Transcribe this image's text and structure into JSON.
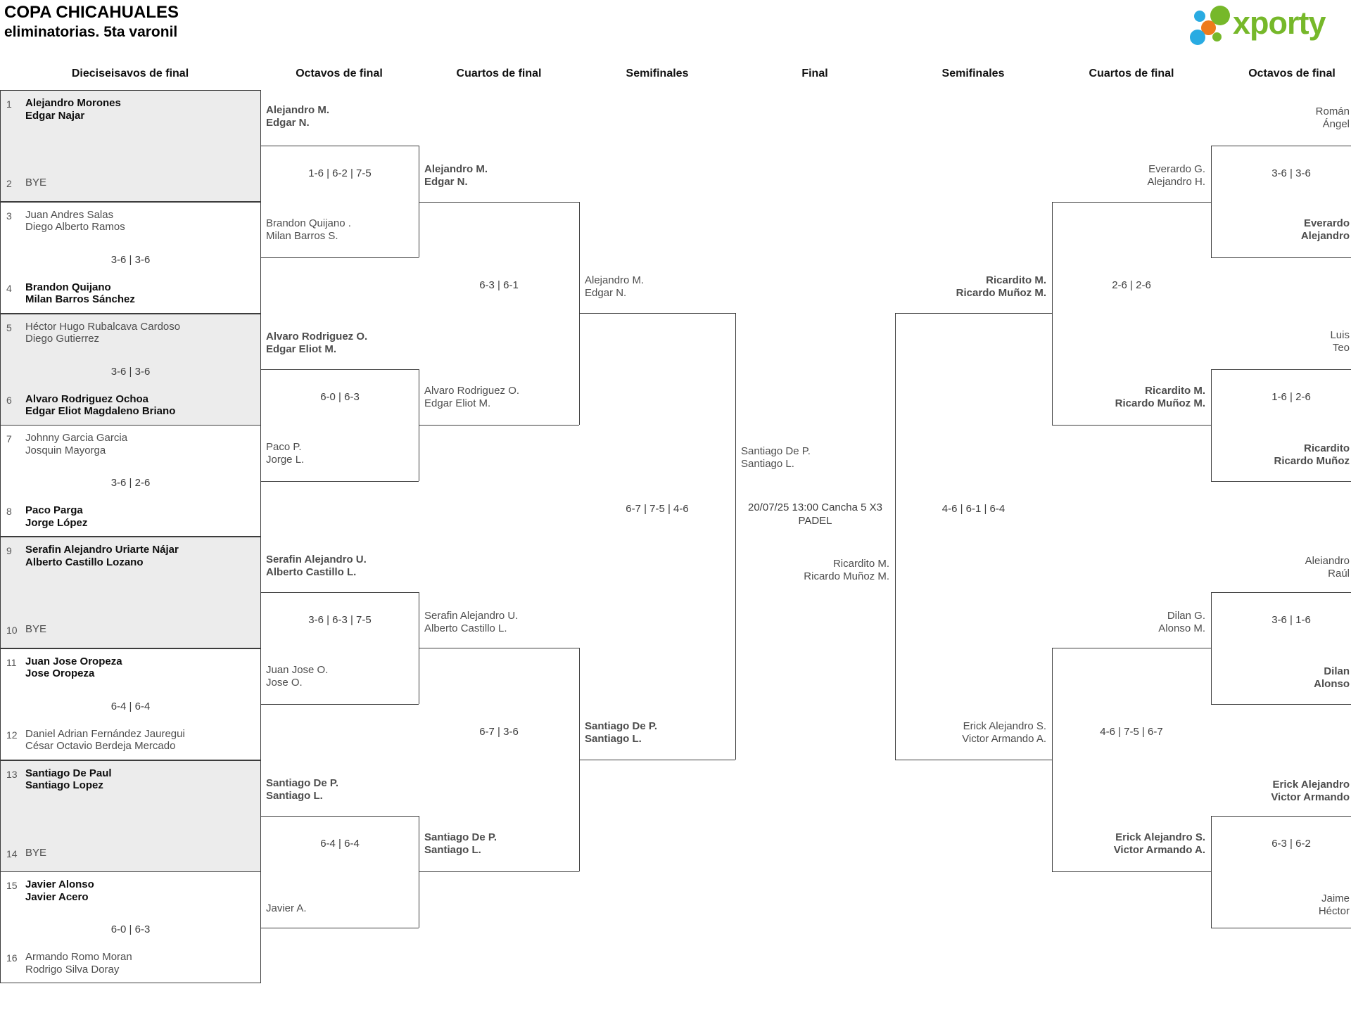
{
  "title": {
    "line1": "COPA CHICAHUALES",
    "line2": "eliminatorias. 5ta varonil"
  },
  "logo": {
    "text": "xporty",
    "green": "#76b82a",
    "blue": "#29abe2",
    "orange": "#ee7b1c"
  },
  "rounds": [
    "Dieciseisavos de final",
    "Octavos de final",
    "Cuartos de final",
    "Semifinales",
    "Final",
    "Semifinales",
    "Cuartos de final",
    "Octavos de final"
  ],
  "pairs": [
    {
      "n1": "1",
      "t1a": "Alejandro Morones",
      "t1b": "Edgar Najar",
      "score": "",
      "n2": "2",
      "t2a": "BYE",
      "t2b": ""
    },
    {
      "n1": "3",
      "t1a": "Juan Andres Salas",
      "t1b": "Diego Alberto Ramos",
      "score": "3-6 | 3-6",
      "n2": "4",
      "t2a": "Brandon Quijano",
      "t2b": "Milan Barros Sánchez"
    },
    {
      "n1": "5",
      "t1a": "Héctor Hugo Rubalcava Cardoso",
      "t1b": "Diego Gutierrez",
      "score": "3-6 | 3-6",
      "n2": "6",
      "t2a": "Alvaro Rodriguez Ochoa",
      "t2b": "Edgar Eliot Magdaleno Briano"
    },
    {
      "n1": "7",
      "t1a": "Johnny Garcia Garcia",
      "t1b": "Josquin Mayorga",
      "score": "3-6 | 2-6",
      "n2": "8",
      "t2a": "Paco Parga",
      "t2b": "Jorge López"
    },
    {
      "n1": "9",
      "t1a": "Serafin Alejandro Uriarte Nájar",
      "t1b": "Alberto Castillo Lozano",
      "score": "",
      "n2": "10",
      "t2a": "BYE",
      "t2b": ""
    },
    {
      "n1": "11",
      "t1a": "Juan Jose Oropeza",
      "t1b": "Jose Oropeza",
      "score": "6-4 | 6-4",
      "n2": "12",
      "t2a": "Daniel Adrian Fernández Jauregui",
      "t2b": "César Octavio Berdeja Mercado"
    },
    {
      "n1": "13",
      "t1a": "Santiago De Paul",
      "t1b": "Santiago Lopez",
      "score": "",
      "n2": "14",
      "t2a": "BYE",
      "t2b": ""
    },
    {
      "n1": "15",
      "t1a": "Javier Alonso",
      "t1b": "Javier Acero",
      "score": "6-0 | 6-3",
      "n2": "16",
      "t2a": "Armando Romo Moran",
      "t2b": "Rodrigo Silva Doray"
    }
  ],
  "matches": {
    "octavos_left": [
      {
        "u1": "Alejandro M.",
        "u2": "Edgar N.",
        "score": "1-6 | 6-2 | 7-5",
        "l1": "Brandon Quijano .",
        "l2": "Milan Barros S."
      },
      {
        "u1": "Alvaro Rodriguez O.",
        "u2": "Edgar Eliot M.",
        "score": "6-0 | 6-3",
        "l1": "Paco P.",
        "l2": "Jorge L."
      },
      {
        "u1": "Serafin Alejandro U.",
        "u2": "Alberto Castillo L.",
        "score": "3-6 | 6-3 | 7-5",
        "l1": "Juan Jose O.",
        "l2": "Jose O."
      },
      {
        "u1": "Santiago De P.",
        "u2": "Santiago L.",
        "score": "6-4 | 6-4",
        "l1": "Javier A.",
        "l2": ""
      }
    ],
    "cuartos_left": [
      {
        "u1": "Alejandro M.",
        "u2": "Edgar N.",
        "score": "6-3 | 6-1",
        "l1": "Alvaro Rodriguez O.",
        "l2": "Edgar Eliot M."
      },
      {
        "u1": "Serafin Alejandro U.",
        "u2": "Alberto Castillo L.",
        "score": "6-7 | 3-6",
        "l1": "Santiago De P.",
        "l2": "Santiago L."
      }
    ],
    "semifinal_left": {
      "u1": "Alejandro M.",
      "u2": "Edgar N.",
      "score": "6-7 | 7-5 | 4-6",
      "l1": "Santiago De P.",
      "l2": "Santiago L."
    },
    "final": {
      "left1": "Santiago De P.",
      "left2": "Santiago L.",
      "info1": "20/07/25 13:00 Cancha 5 X3",
      "info2": "PADEL",
      "right1": "Ricardito M.",
      "right2": "Ricardo Muñoz M."
    },
    "semifinal_right": {
      "u1": "Ricardito M.",
      "u2": "Ricardo Muñoz M.",
      "score": "4-6 | 6-1 | 6-4",
      "l1": "Erick Alejandro S.",
      "l2": "Victor Armando A."
    },
    "cuartos_right": [
      {
        "u1": "Everardo G.",
        "u2": "Alejandro H.",
        "score": "2-6 | 2-6",
        "l1": "Ricardito M.",
        "l2": "Ricardo Muñoz M."
      },
      {
        "u1": "Dilan G.",
        "u2": "Alonso M.",
        "score": "4-6 | 7-5 | 6-7",
        "l1": "Erick Alejandro S.",
        "l2": "Victor Armando A."
      }
    ],
    "octavos_right": [
      {
        "u1": "Román",
        "u2": "Ángel",
        "score": "3-6 | 3-6",
        "l1": "Everardo",
        "l2": "Alejandro"
      },
      {
        "u1": "Luis",
        "u2": "Teo",
        "score": "1-6 | 2-6",
        "l1": "Ricardito",
        "l2": "Ricardo Muñoz"
      },
      {
        "u1": "Aleiandro",
        "u2": "Raúl",
        "score": "3-6 | 1-6",
        "l1": "Dilan",
        "l2": "Alonso"
      },
      {
        "u1": "Erick Alejandro",
        "u2": "Victor Armando",
        "score": "6-3 | 6-2",
        "l1": "Jaime",
        "l2": "Héctor"
      }
    ]
  }
}
